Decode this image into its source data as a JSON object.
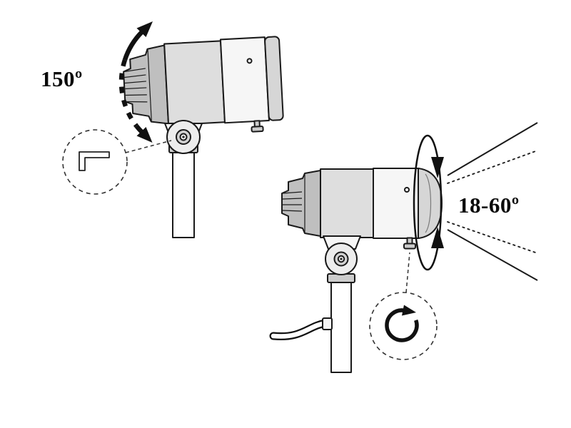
{
  "diagram": {
    "description": "Spotlight fixture adjustment diagram",
    "tilt": {
      "angle_label": "150º"
    },
    "beam": {
      "angle_label": "18-60º"
    },
    "icons": {
      "hex_key": "allen-key-icon",
      "rotation": "rotate-clockwise-icon"
    },
    "colors": {
      "line": "#1a1a1a",
      "body_gray": "#bfbfbf",
      "body_light": "#f6f6f6",
      "background": "#ffffff"
    }
  }
}
